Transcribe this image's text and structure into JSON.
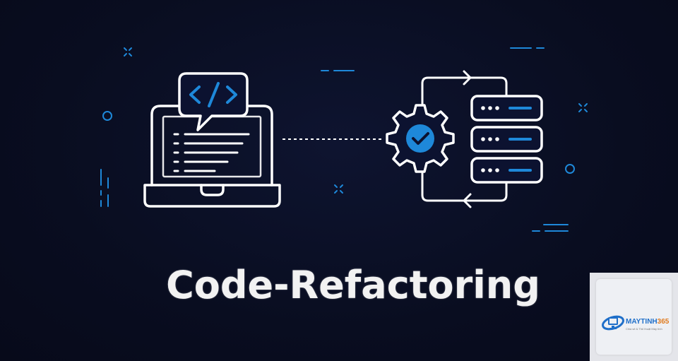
{
  "title": "Code-Refactoring",
  "watermark": {
    "brand_main": "MAYTINH",
    "brand_number": "365",
    "tagline": "Chia sẻ & Thủ thuật Máy tính"
  },
  "icons": {
    "laptop": "laptop-icon",
    "code_bubble": "code-speech-bubble-icon",
    "gear": "gear-check-icon",
    "server": "server-stack-icon",
    "cycle_arrows": "refresh-cycle-arrows-icon"
  },
  "colors": {
    "background": "#0a0f24",
    "line": "#ffffff",
    "accent": "#1e88d9"
  }
}
